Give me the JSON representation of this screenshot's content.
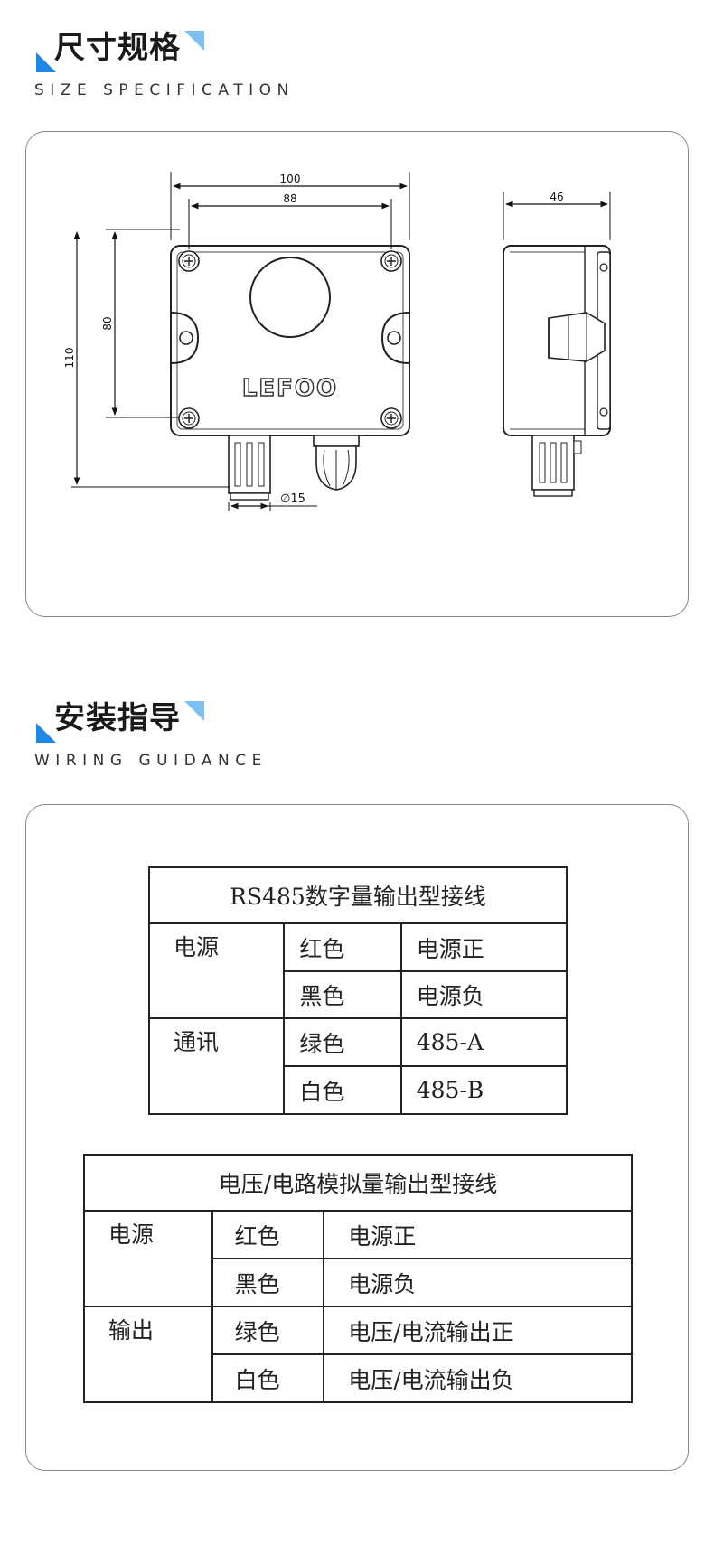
{
  "size_section": {
    "title": "尺寸规格",
    "subtitle": "SIZE SPECIFICATION"
  },
  "dimensions": {
    "outer_width": "100",
    "hole_spacing_width": "88",
    "hole_spacing_height": "80",
    "overall_height": "110",
    "probe_diameter": "∅15",
    "depth": "46",
    "brand": "LEFOO"
  },
  "wiring_section": {
    "title": "安装指导",
    "subtitle": "WIRING GUIDANCE"
  },
  "table_rs485": {
    "title": "RS485数字量输出型接线",
    "groups": [
      {
        "name": "电源",
        "rows": [
          {
            "color": "红色",
            "function": "电源正"
          },
          {
            "color": "黑色",
            "function": "电源负"
          }
        ]
      },
      {
        "name": "通讯",
        "rows": [
          {
            "color": "绿色",
            "function": "485-A"
          },
          {
            "color": "白色",
            "function": "485-B"
          }
        ]
      }
    ]
  },
  "table_analog": {
    "title": "电压/电路模拟量输出型接线",
    "groups": [
      {
        "name": "电源",
        "rows": [
          {
            "color": "红色",
            "function": "电源正"
          },
          {
            "color": "黑色",
            "function": "电源负"
          }
        ]
      },
      {
        "name": "输出",
        "rows": [
          {
            "color": "绿色",
            "function": "电压/电流输出正"
          },
          {
            "color": "白色",
            "function": "电压/电流输出负"
          }
        ]
      }
    ]
  }
}
